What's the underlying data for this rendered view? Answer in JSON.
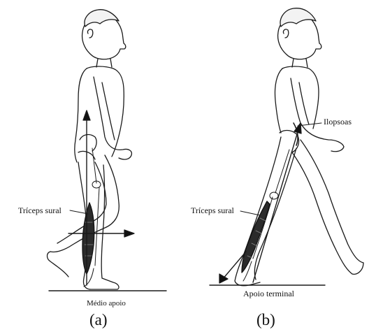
{
  "panel_a": {
    "muscle_label": "Tríceps sural",
    "phase_label": "Médio apoio",
    "caption": "(a)"
  },
  "panel_b": {
    "muscle_label": "Tríceps sural",
    "hip_label": "Ilopsoas",
    "phase_label": "Apoio terminal",
    "caption": "(b)"
  }
}
